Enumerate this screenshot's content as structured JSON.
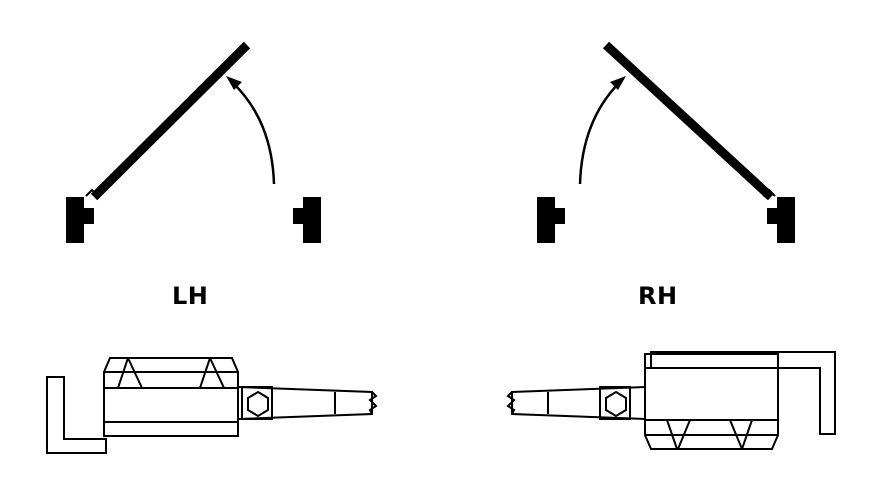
{
  "labels": {
    "left": "LH",
    "right": "RH"
  },
  "colors": {
    "ink": "#000000",
    "background": "#ffffff"
  },
  "icons": {
    "door_swing_left": "door-swing-left-hand",
    "door_swing_right": "door-swing-right-hand",
    "hinge_left": "hinge-detail-left-hand",
    "hinge_right": "hinge-detail-right-hand"
  }
}
